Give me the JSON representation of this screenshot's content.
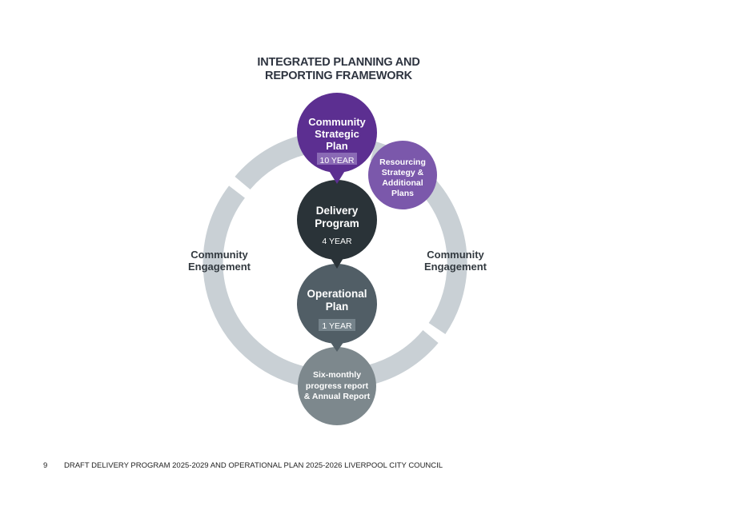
{
  "title": {
    "line1": "INTEGRATED PLANNING AND",
    "line2": "REPORTING FRAMEWORK"
  },
  "engagement_left": {
    "line1": "Community",
    "line2": "Engagement"
  },
  "engagement_right": {
    "line1": "Community",
    "line2": "Engagement"
  },
  "nodes": {
    "strategic": {
      "lines": [
        "Community",
        "Strategic",
        "Plan"
      ],
      "badge": "10 YEAR"
    },
    "resourcing": {
      "lines": [
        "Resourcing",
        "Strategy &",
        "Additional",
        "Plans"
      ]
    },
    "delivery": {
      "lines": [
        "Delivery",
        "Program"
      ],
      "badge": "4 YEAR"
    },
    "operational": {
      "lines": [
        "Operational",
        "Plan"
      ],
      "badge": "1 YEAR"
    },
    "reporting": {
      "lines": [
        "Six-monthly",
        "progress report",
        "& Annual Report"
      ]
    }
  },
  "colors": {
    "purple": "#5c2f91",
    "light_purple": "#7b58ab",
    "dark_slate": "#2a3338",
    "mid_slate": "#515e66",
    "light_slate": "#7d888d",
    "ring": "#c9d0d5"
  },
  "footer": {
    "page": "9",
    "text": "DRAFT DELIVERY PROGRAM 2025-2029 AND OPERATIONAL PLAN 2025-2026 LIVERPOOL CITY COUNCIL"
  }
}
